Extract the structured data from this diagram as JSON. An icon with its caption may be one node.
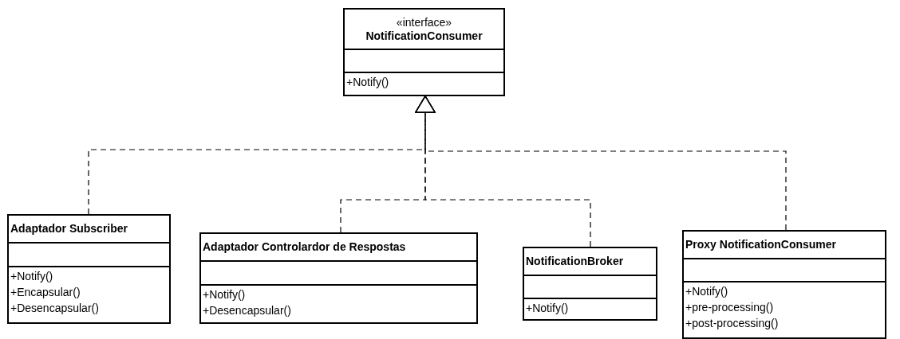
{
  "diagram": {
    "nodes": [
      {
        "text": [
          "«interface»",
          "NotificationConsumer",
          "+Notify()"
        ]
      },
      {
        "text": [
          "Adaptador Subscriber",
          "+Notify()",
          "+Encapsular()",
          "+Desencapsular()"
        ]
      },
      {
        "text": [
          "Adaptador Controlardor de Respostas",
          "+Notify()",
          "+Desencapsular()"
        ]
      },
      {
        "text": [
          "NotificationBroker",
          "+Notify()"
        ]
      },
      {
        "text": [
          "Proxy NotificationConsumer",
          "+Notify()",
          "+pre-processing()",
          "+post-processing()"
        ]
      }
    ],
    "edges": [
      {
        "from": 1,
        "to": 0,
        "arrow": "to",
        "style": "dashed"
      },
      {
        "from": 2,
        "to": 0,
        "arrow": "to",
        "style": "dashed"
      },
      {
        "from": 3,
        "to": 0,
        "arrow": "to",
        "style": "dashed"
      },
      {
        "from": 4,
        "to": 0,
        "arrow": "to",
        "style": "dashed"
      }
    ]
  }
}
